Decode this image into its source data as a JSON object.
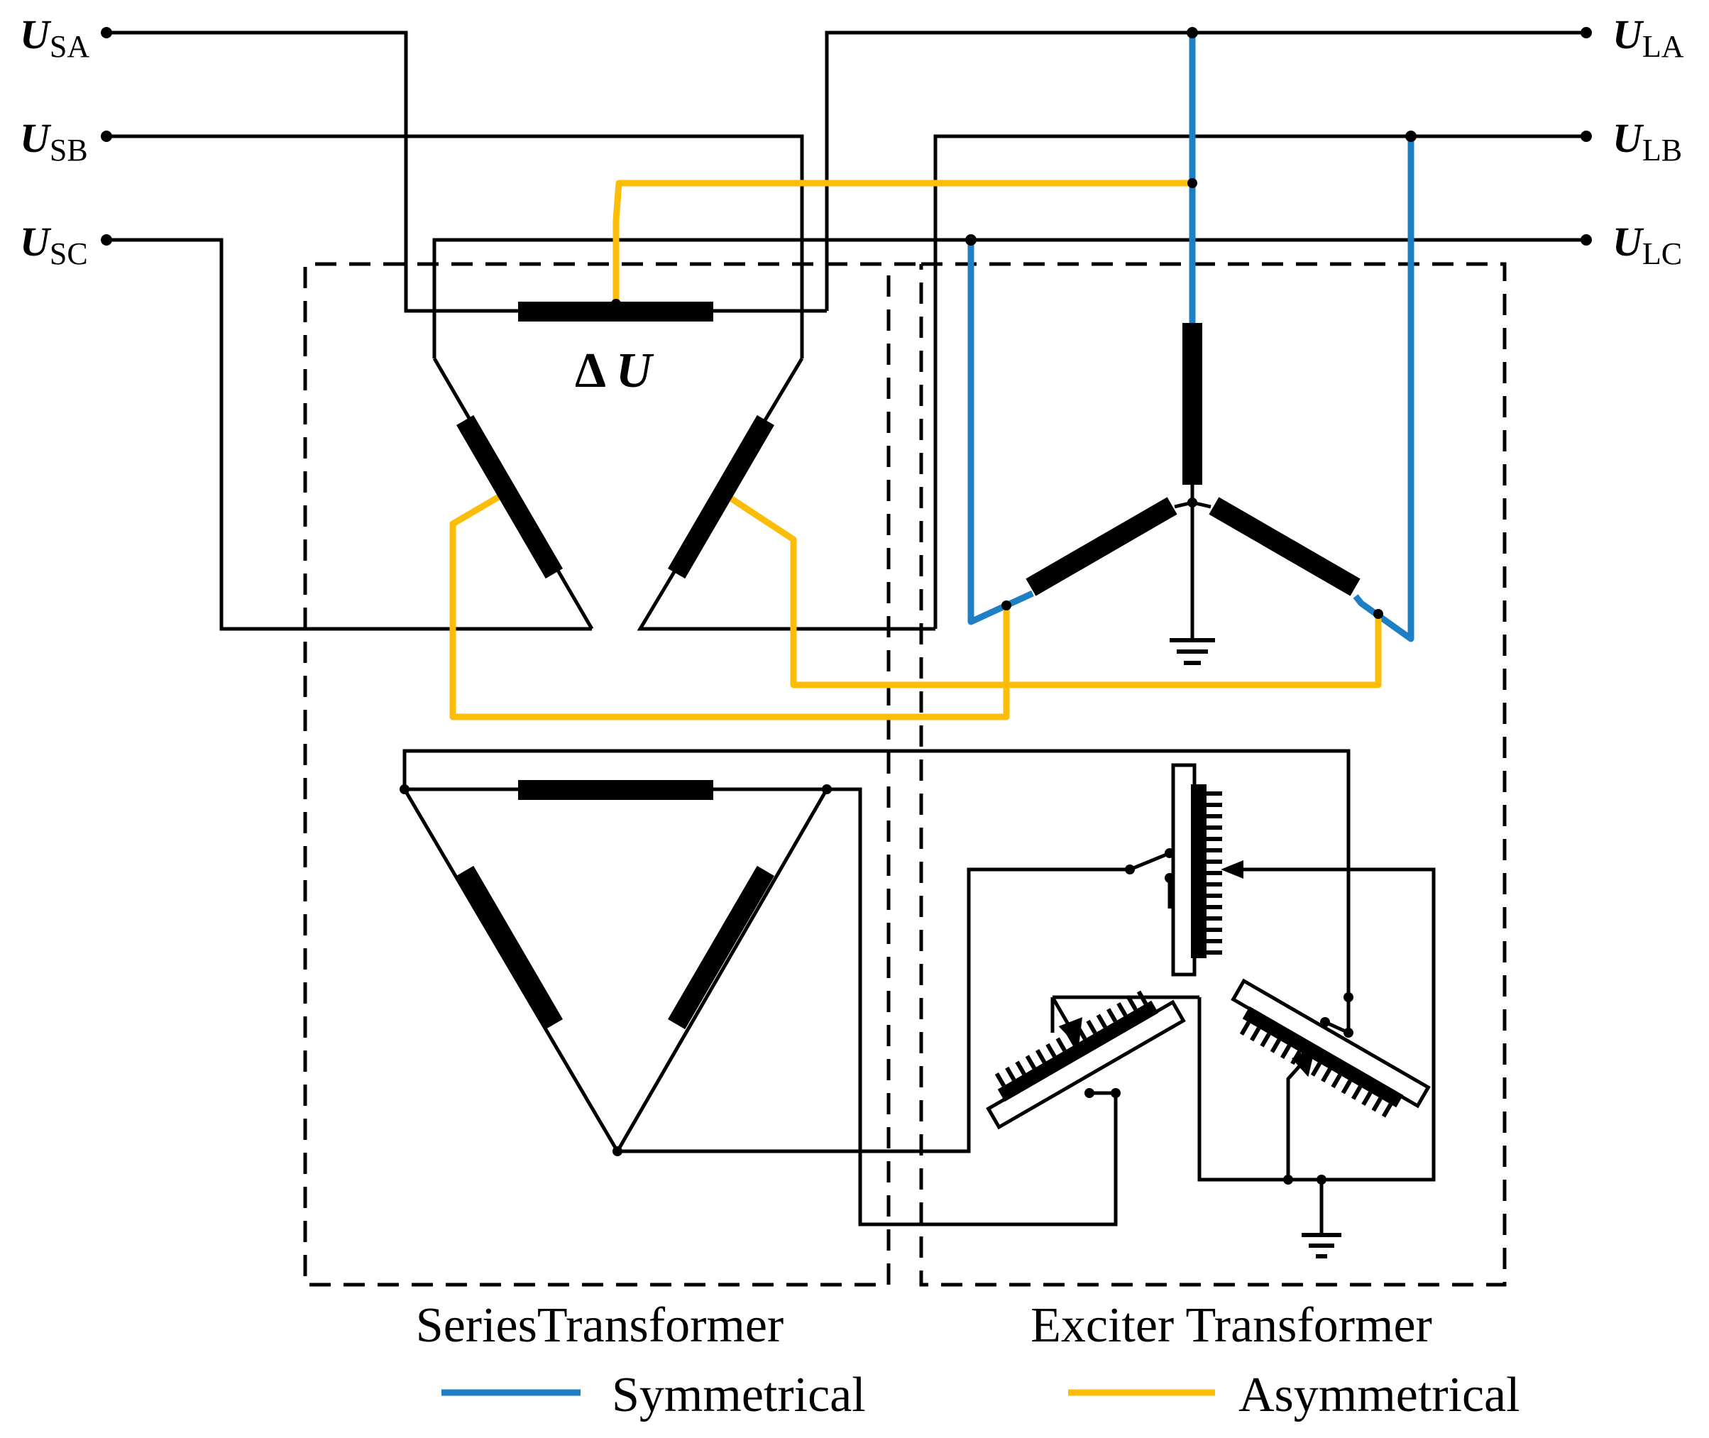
{
  "colors": {
    "wire": "#000000",
    "symmetrical": "#1f7fc4",
    "asymmetrical": "#fbbd08"
  },
  "terminals": {
    "usa": {
      "main": "U",
      "sub": "SA"
    },
    "usb": {
      "main": "U",
      "sub": "SB"
    },
    "usc": {
      "main": "U",
      "sub": "SC"
    },
    "ula": {
      "main": "U",
      "sub": "LA"
    },
    "ulb": {
      "main": "U",
      "sub": "LB"
    },
    "ulc": {
      "main": "U",
      "sub": "LC"
    }
  },
  "delta_u": {
    "symbol": "Δ",
    "letter": "U"
  },
  "boxes": {
    "series": "SeriesTransformer",
    "exciter": "Exciter Transformer"
  },
  "legend": {
    "symmetrical": "Symmetrical",
    "asymmetrical": "Asymmetrical"
  },
  "icons": [
    "ground-icon",
    "winding-icon",
    "tap-changer-icon",
    "terminal-dot-icon"
  ]
}
